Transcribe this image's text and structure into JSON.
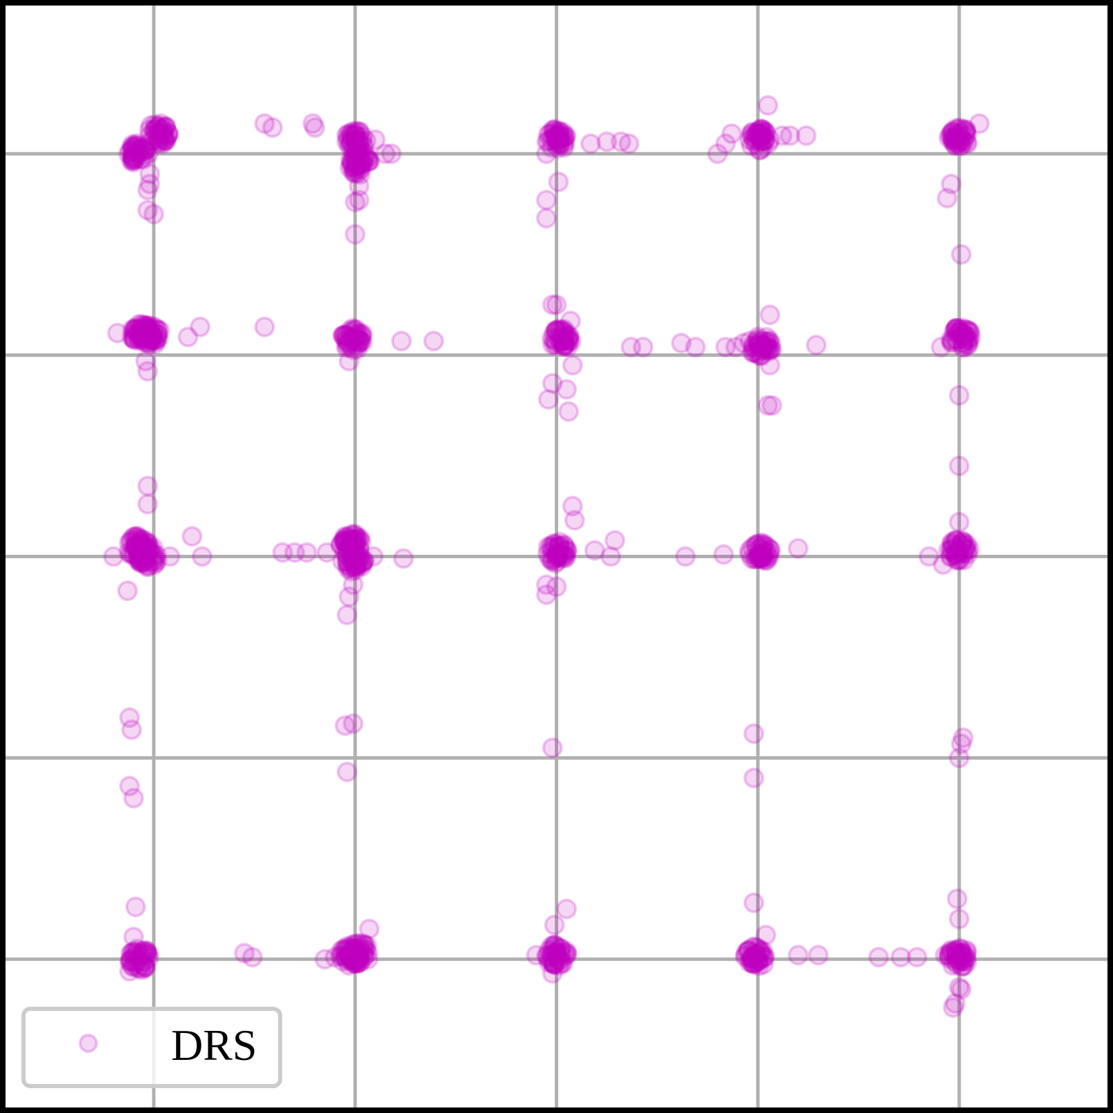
{
  "chart_data": {
    "type": "scatter",
    "title": "",
    "xlabel": "",
    "ylabel": "",
    "xlim": [
      -0.75,
      4.75
    ],
    "ylim": [
      -0.75,
      4.75
    ],
    "grid": true,
    "grid_x": [
      0,
      1,
      2,
      3,
      4
    ],
    "grid_y": [
      0,
      1,
      2,
      3,
      4
    ],
    "tick_labels_shown": false,
    "legend": {
      "position": "bottom-left",
      "entries": [
        "DRS"
      ]
    },
    "colors": {
      "series": "#bf00bf",
      "grid": "#b0b0b0",
      "frame": "#000000"
    },
    "series": [
      {
        "name": "DRS",
        "marker": "hollow-circle",
        "clusters": [
          {
            "x": -0.08,
            "y": 4.0
          },
          {
            "x": 0.02,
            "y": 4.1
          },
          {
            "x": 1.0,
            "y": 4.06
          },
          {
            "x": 1.02,
            "y": 3.95
          },
          {
            "x": 2.0,
            "y": 4.07
          },
          {
            "x": 3.01,
            "y": 4.07
          },
          {
            "x": 4.0,
            "y": 4.08
          },
          {
            "x": -0.06,
            "y": 3.1
          },
          {
            "x": -0.02,
            "y": 3.1
          },
          {
            "x": 0.99,
            "y": 3.08
          },
          {
            "x": 2.02,
            "y": 3.08
          },
          {
            "x": 3.02,
            "y": 3.04
          },
          {
            "x": 4.01,
            "y": 3.09
          },
          {
            "x": -0.08,
            "y": 2.05
          },
          {
            "x": -0.03,
            "y": 2.0
          },
          {
            "x": 0.98,
            "y": 2.06
          },
          {
            "x": 0.99,
            "y": 1.98
          },
          {
            "x": 2.0,
            "y": 2.02
          },
          {
            "x": 3.01,
            "y": 2.02
          },
          {
            "x": 4.0,
            "y": 2.03
          },
          {
            "x": -0.07,
            "y": 0.0
          },
          {
            "x": 0.97,
            "y": 0.01
          },
          {
            "x": 1.02,
            "y": 0.03
          },
          {
            "x": 2.0,
            "y": 0.02
          },
          {
            "x": 2.99,
            "y": 0.01
          },
          {
            "x": 4.0,
            "y": 0.01
          }
        ],
        "points": [
          {
            "x": -0.02,
            "y": 3.9
          },
          {
            "x": -0.02,
            "y": 3.85
          },
          {
            "x": -0.03,
            "y": 3.82
          },
          {
            "x": -0.03,
            "y": 3.72
          },
          {
            "x": 0.0,
            "y": 3.7
          },
          {
            "x": 0.55,
            "y": 4.15
          },
          {
            "x": 0.59,
            "y": 4.13
          },
          {
            "x": 0.79,
            "y": 4.15
          },
          {
            "x": 0.8,
            "y": 4.13
          },
          {
            "x": 1.02,
            "y": 3.84
          },
          {
            "x": 1.02,
            "y": 3.77
          },
          {
            "x": 1.0,
            "y": 3.76
          },
          {
            "x": 1.0,
            "y": 3.6
          },
          {
            "x": 1.1,
            "y": 4.07
          },
          {
            "x": 1.15,
            "y": 4.0
          },
          {
            "x": 1.18,
            "y": 4.0
          },
          {
            "x": 1.95,
            "y": 4.0
          },
          {
            "x": 2.17,
            "y": 4.05
          },
          {
            "x": 2.25,
            "y": 4.06
          },
          {
            "x": 2.32,
            "y": 4.06
          },
          {
            "x": 2.36,
            "y": 4.05
          },
          {
            "x": 2.01,
            "y": 3.86
          },
          {
            "x": 1.95,
            "y": 3.77
          },
          {
            "x": 1.95,
            "y": 3.68
          },
          {
            "x": 2.8,
            "y": 4.0
          },
          {
            "x": 2.84,
            "y": 4.05
          },
          {
            "x": 2.87,
            "y": 4.1
          },
          {
            "x": 3.05,
            "y": 4.24
          },
          {
            "x": 3.12,
            "y": 4.09
          },
          {
            "x": 3.16,
            "y": 4.09
          },
          {
            "x": 3.24,
            "y": 4.09
          },
          {
            "x": 4.1,
            "y": 4.15
          },
          {
            "x": 3.96,
            "y": 3.85
          },
          {
            "x": 3.94,
            "y": 3.78
          },
          {
            "x": 4.01,
            "y": 3.5
          },
          {
            "x": -0.18,
            "y": 3.11
          },
          {
            "x": 0.17,
            "y": 3.09
          },
          {
            "x": 0.23,
            "y": 3.14
          },
          {
            "x": 0.55,
            "y": 3.14
          },
          {
            "x": -0.03,
            "y": 2.92
          },
          {
            "x": -0.04,
            "y": 2.97
          },
          {
            "x": -0.03,
            "y": 2.35
          },
          {
            "x": 0.94,
            "y": 3.1
          },
          {
            "x": 1.23,
            "y": 3.07
          },
          {
            "x": 1.39,
            "y": 3.07
          },
          {
            "x": 0.97,
            "y": 2.97
          },
          {
            "x": 1.98,
            "y": 3.25
          },
          {
            "x": 2.0,
            "y": 3.25
          },
          {
            "x": 2.07,
            "y": 3.17
          },
          {
            "x": 2.08,
            "y": 2.95
          },
          {
            "x": 1.98,
            "y": 2.86
          },
          {
            "x": 2.05,
            "y": 2.83
          },
          {
            "x": 2.06,
            "y": 2.72
          },
          {
            "x": 1.96,
            "y": 2.78
          },
          {
            "x": 2.37,
            "y": 3.04
          },
          {
            "x": 2.43,
            "y": 3.04
          },
          {
            "x": 2.62,
            "y": 3.06
          },
          {
            "x": 2.69,
            "y": 3.04
          },
          {
            "x": 2.84,
            "y": 3.04
          },
          {
            "x": 2.89,
            "y": 3.04
          },
          {
            "x": 2.93,
            "y": 3.06
          },
          {
            "x": 2.96,
            "y": 3.07
          },
          {
            "x": 3.06,
            "y": 2.95
          },
          {
            "x": 3.05,
            "y": 2.75
          },
          {
            "x": 3.07,
            "y": 2.75
          },
          {
            "x": 3.29,
            "y": 3.05
          },
          {
            "x": 3.06,
            "y": 3.2
          },
          {
            "x": 3.91,
            "y": 3.04
          },
          {
            "x": 4.0,
            "y": 2.8
          },
          {
            "x": 4.0,
            "y": 2.45
          },
          {
            "x": -0.03,
            "y": 2.26
          },
          {
            "x": 0.19,
            "y": 2.1
          },
          {
            "x": 0.24,
            "y": 2.0
          },
          {
            "x": 0.08,
            "y": 2.0
          },
          {
            "x": -0.2,
            "y": 2.0
          },
          {
            "x": -0.13,
            "y": 1.83
          },
          {
            "x": 0.64,
            "y": 2.02
          },
          {
            "x": 0.7,
            "y": 2.02
          },
          {
            "x": 0.76,
            "y": 2.02
          },
          {
            "x": 0.86,
            "y": 2.02
          },
          {
            "x": 1.09,
            "y": 2.0
          },
          {
            "x": 1.24,
            "y": 1.99
          },
          {
            "x": 0.99,
            "y": 1.86
          },
          {
            "x": 0.97,
            "y": 1.8
          },
          {
            "x": 0.96,
            "y": 1.71
          },
          {
            "x": 2.08,
            "y": 2.25
          },
          {
            "x": 2.09,
            "y": 2.18
          },
          {
            "x": 1.95,
            "y": 1.86
          },
          {
            "x": 2.0,
            "y": 1.85
          },
          {
            "x": 1.95,
            "y": 1.81
          },
          {
            "x": 2.19,
            "y": 2.03
          },
          {
            "x": 2.29,
            "y": 2.08
          },
          {
            "x": 2.27,
            "y": 2.0
          },
          {
            "x": 2.64,
            "y": 2.0
          },
          {
            "x": 2.83,
            "y": 2.01
          },
          {
            "x": 3.2,
            "y": 2.04
          },
          {
            "x": 3.85,
            "y": 2.0
          },
          {
            "x": 4.0,
            "y": 2.17
          },
          {
            "x": 3.92,
            "y": 1.96
          },
          {
            "x": -0.12,
            "y": 1.2
          },
          {
            "x": -0.11,
            "y": 1.14
          },
          {
            "x": -0.12,
            "y": 0.86
          },
          {
            "x": -0.1,
            "y": 0.8
          },
          {
            "x": 0.95,
            "y": 1.16
          },
          {
            "x": 0.99,
            "y": 1.17
          },
          {
            "x": 0.96,
            "y": 0.93
          },
          {
            "x": 1.98,
            "y": 1.05
          },
          {
            "x": 2.98,
            "y": 1.12
          },
          {
            "x": 2.98,
            "y": 0.9
          },
          {
            "x": 4.02,
            "y": 1.1
          },
          {
            "x": 4.01,
            "y": 1.07
          },
          {
            "x": 4.0,
            "y": 1.0
          },
          {
            "x": -0.09,
            "y": 0.26
          },
          {
            "x": -0.1,
            "y": 0.11
          },
          {
            "x": -0.12,
            "y": -0.06
          },
          {
            "x": 0.45,
            "y": 0.03
          },
          {
            "x": 0.49,
            "y": 0.01
          },
          {
            "x": 0.85,
            "y": 0.0
          },
          {
            "x": 0.9,
            "y": 0.01
          },
          {
            "x": 1.07,
            "y": 0.15
          },
          {
            "x": 1.9,
            "y": 0.02
          },
          {
            "x": 1.99,
            "y": 0.17
          },
          {
            "x": 2.05,
            "y": 0.25
          },
          {
            "x": 1.98,
            "y": -0.07
          },
          {
            "x": 2.94,
            "y": 0.02
          },
          {
            "x": 2.98,
            "y": 0.28
          },
          {
            "x": 3.04,
            "y": 0.12
          },
          {
            "x": 3.2,
            "y": 0.02
          },
          {
            "x": 3.3,
            "y": 0.02
          },
          {
            "x": 3.6,
            "y": 0.01
          },
          {
            "x": 3.71,
            "y": 0.01
          },
          {
            "x": 3.79,
            "y": 0.01
          },
          {
            "x": 3.93,
            "y": 0.02
          },
          {
            "x": 3.99,
            "y": 0.3
          },
          {
            "x": 4.0,
            "y": 0.2
          },
          {
            "x": 4.0,
            "y": -0.14
          },
          {
            "x": 3.98,
            "y": -0.22
          },
          {
            "x": 3.97,
            "y": -0.24
          },
          {
            "x": 4.01,
            "y": -0.15
          }
        ]
      }
    ]
  }
}
